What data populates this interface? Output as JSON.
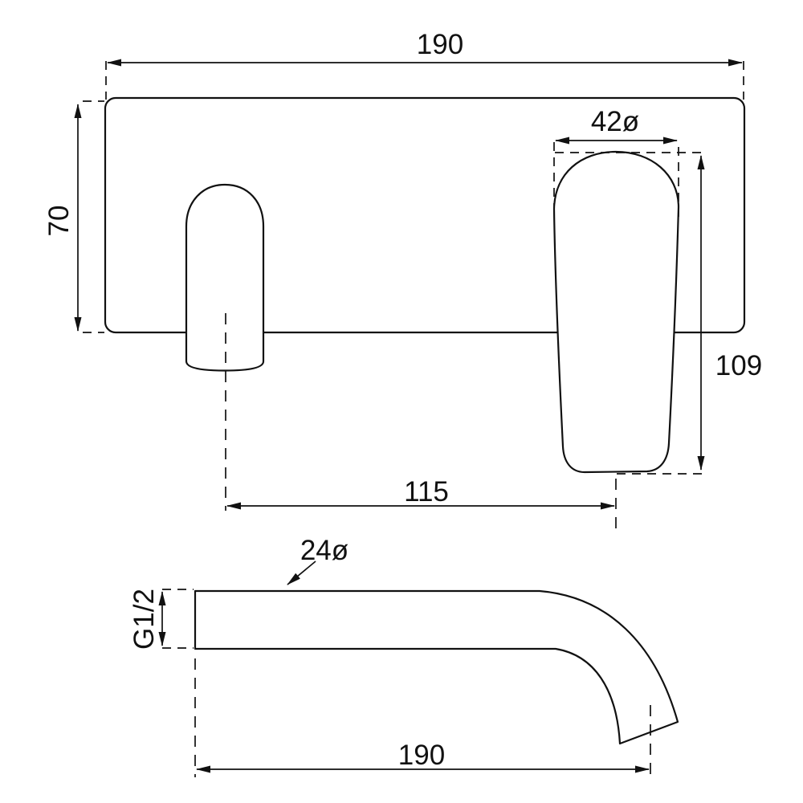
{
  "colors": {
    "line": "#111111",
    "background": "#ffffff"
  },
  "top_view": {
    "plate_width_label": "190",
    "plate_height_label": "70",
    "handle_diameter_label": "42ø",
    "handle_length_label": "109",
    "center_distance_label": "115"
  },
  "side_view": {
    "spout_diameter_label": "24ø",
    "thread_size_label": "G1/2",
    "spout_length_label": "190"
  }
}
